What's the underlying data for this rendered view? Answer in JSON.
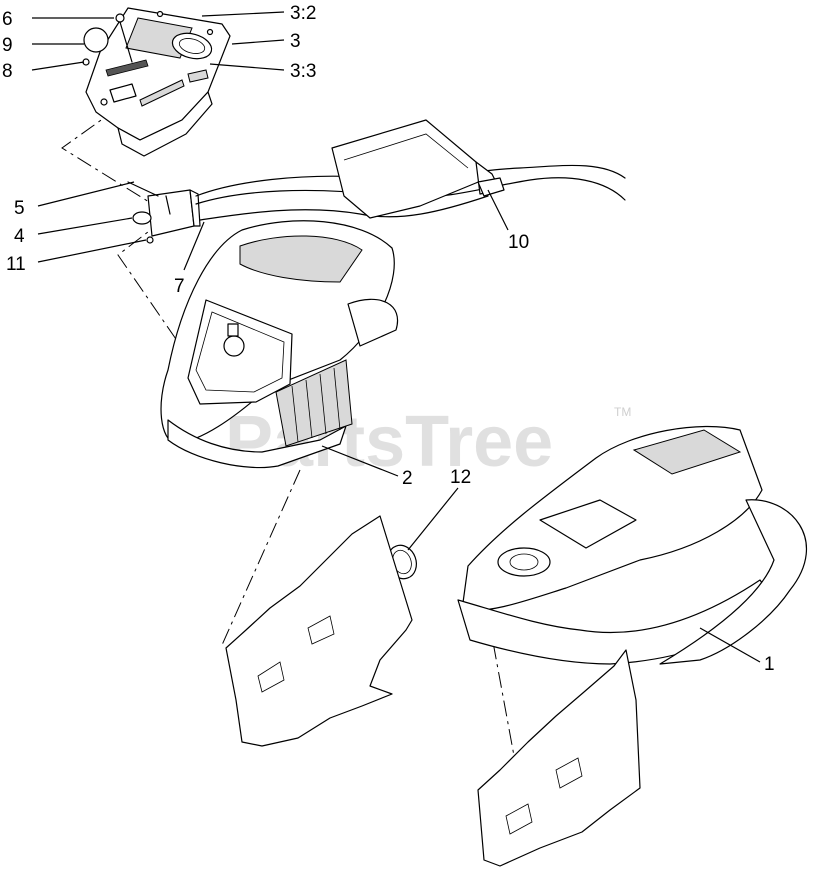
{
  "watermark": {
    "text": "PartsTree",
    "trademark": "TM"
  },
  "callouts": [
    {
      "id": "6",
      "label": "6"
    },
    {
      "id": "9",
      "label": "9"
    },
    {
      "id": "8",
      "label": "8"
    },
    {
      "id": "3_2",
      "label": "3:2"
    },
    {
      "id": "3",
      "label": "3"
    },
    {
      "id": "3_3",
      "label": "3:3"
    },
    {
      "id": "5",
      "label": "5"
    },
    {
      "id": "4",
      "label": "4"
    },
    {
      "id": "11",
      "label": "11"
    },
    {
      "id": "7",
      "label": "7"
    },
    {
      "id": "10",
      "label": "10"
    },
    {
      "id": "2",
      "label": "2"
    },
    {
      "id": "12",
      "label": "12"
    },
    {
      "id": "1",
      "label": "1"
    }
  ]
}
